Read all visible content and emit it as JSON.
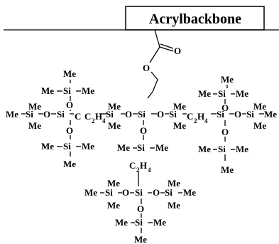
{
  "title": "Acrylbackbone",
  "atoms": {
    "me": "Me",
    "si": "Si",
    "o": "O",
    "ethylene_c": "C",
    "ethylene_c_count": "2",
    "ethylene_h": "H",
    "ethylene_h_count": "4"
  },
  "colors": {
    "ink": "#000000",
    "background": "#ffffff"
  }
}
